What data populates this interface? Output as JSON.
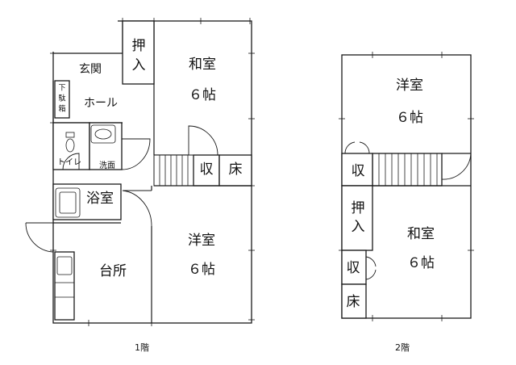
{
  "floor1": {
    "caption": "1階",
    "genkan": "玄関",
    "geta_top": "下",
    "geta_mid": "駄",
    "geta_bot": "箱",
    "hall": "ホール",
    "toilet": "トイレ",
    "senmen": "洗面",
    "yokushitsu": "浴室",
    "daidokoro": "台所",
    "oshiire_top": "押",
    "oshiire_bot": "入",
    "washitsu": "和室",
    "washitsu_size": "６帖",
    "shuu": "収",
    "toko": "床",
    "youshitsu": "洋室",
    "youshitsu_size": "６帖"
  },
  "floor2": {
    "caption": "2階",
    "youshitsu": "洋室",
    "youshitsu_size": "６帖",
    "shuu_upper": "収",
    "oshiire_top": "押",
    "oshiire_bot": "入",
    "washitsu": "和室",
    "washitsu_size": "６帖",
    "shuu_lower": "収",
    "toko": "床"
  }
}
